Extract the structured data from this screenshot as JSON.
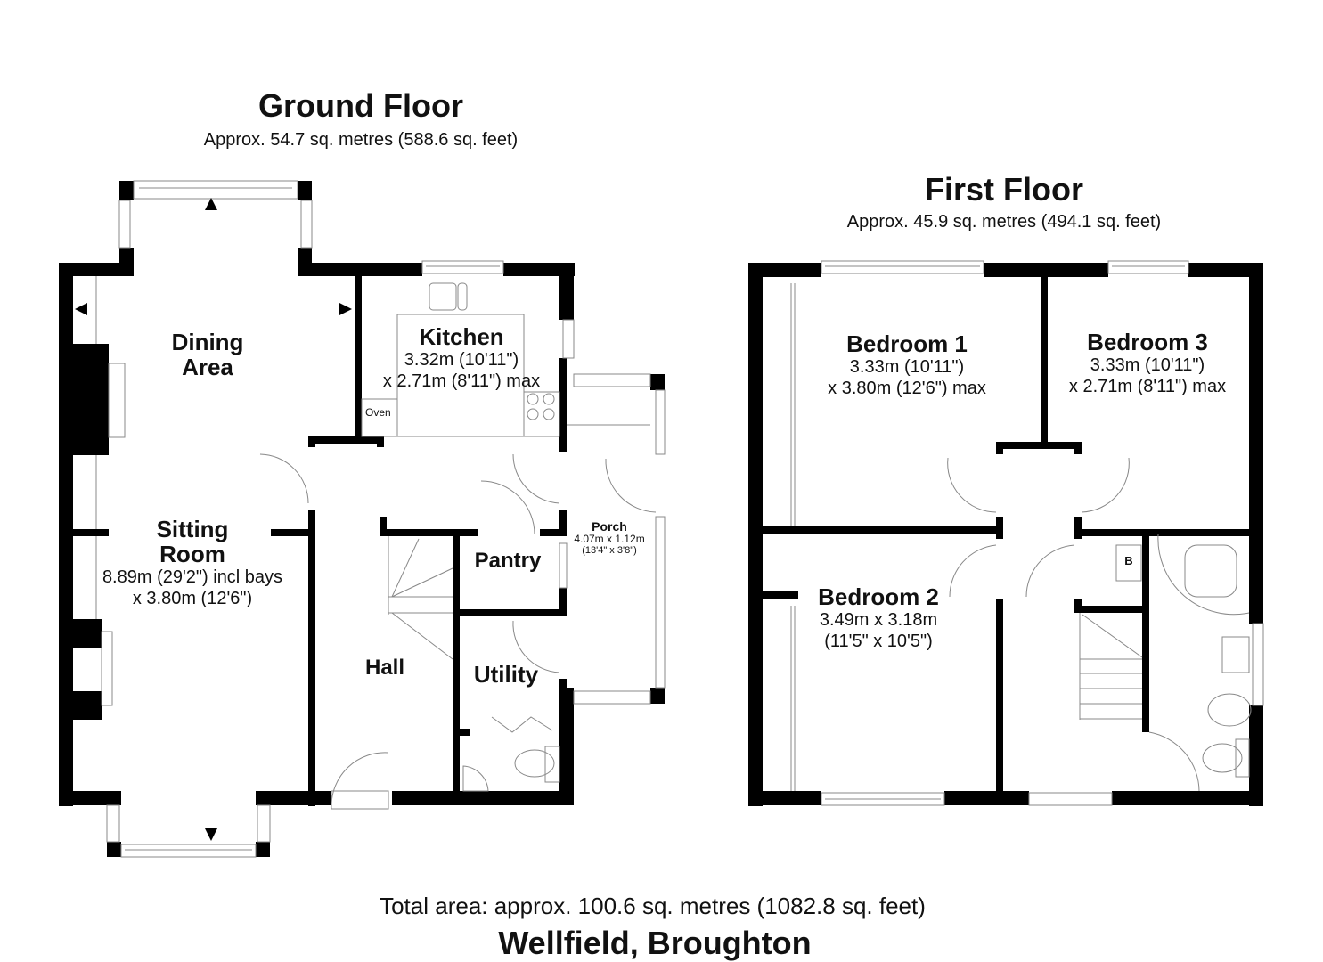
{
  "ground_floor": {
    "title": "Ground Floor",
    "area": "Approx. 54.7 sq. metres (588.6 sq. feet)",
    "rooms": {
      "dining": {
        "name_line1": "Dining",
        "name_line2": "Area"
      },
      "kitchen": {
        "name": "Kitchen",
        "dim1": "3.32m (10'11\")",
        "dim2": "x 2.71m (8'11\") max",
        "appliance": "Oven"
      },
      "sitting": {
        "name_line1": "Sitting",
        "name_line2": "Room",
        "dim1": "8.89m (29'2\") incl bays",
        "dim2": "x 3.80m (12'6\")"
      },
      "porch": {
        "name": "Porch",
        "dim1": "4.07m x 1.12m",
        "dim2": "(13'4\" x 3'8\")"
      },
      "pantry": {
        "name": "Pantry"
      },
      "hall": {
        "name": "Hall"
      },
      "utility": {
        "name": "Utility"
      }
    }
  },
  "first_floor": {
    "title": "First Floor",
    "area": "Approx. 45.9 sq. metres (494.1 sq. feet)",
    "rooms": {
      "bedroom1": {
        "name": "Bedroom 1",
        "dim1": "3.33m (10'11\")",
        "dim2": "x 3.80m (12'6\") max"
      },
      "bedroom3": {
        "name": "Bedroom 3",
        "dim1": "3.33m (10'11\")",
        "dim2": "x 2.71m (8'11\") max"
      },
      "bedroom2": {
        "name": "Bedroom 2",
        "dim1": "3.49m x 3.18m",
        "dim2": "(11'5\" x 10'5\")"
      },
      "boiler": {
        "label": "B"
      }
    }
  },
  "footer": {
    "total_area": "Total area: approx. 100.6 sq. metres (1082.8 sq. feet)",
    "property_name": "Wellfield, Broughton"
  },
  "colors": {
    "wall": "#000000",
    "fixture_line": "#888888",
    "background": "#ffffff"
  }
}
